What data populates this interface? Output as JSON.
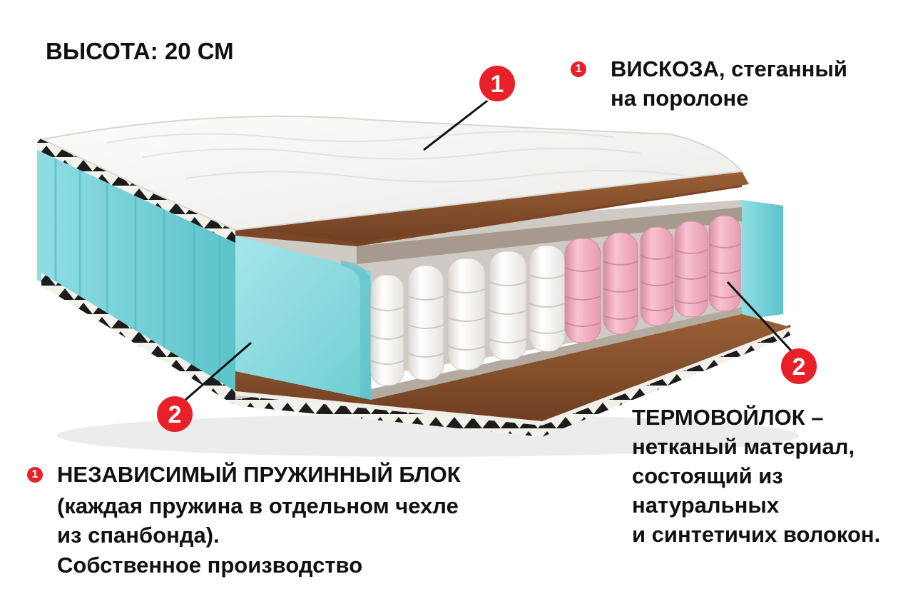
{
  "height_label": "ВЫСОТА: 20 СМ",
  "callouts": {
    "marker_1": "1",
    "marker_2_left": "2",
    "marker_2_right": "2"
  },
  "top_right": {
    "badge": "1",
    "line1": "ВИСКОЗА, стеганный",
    "line2": "на поролоне"
  },
  "bottom_left": {
    "badge": "1",
    "line1": "НЕЗАВИСИМЫЙ ПРУЖИННЫЙ БЛОК",
    "line2": "(каждая пружина в отдельном чехле",
    "line3": "из спанбонда).",
    "line4": "Собственное производство"
  },
  "bottom_right": {
    "line1": "ТЕРМОВОЙЛОК –",
    "line2": "нетканый материал,",
    "line3": "состоящий из",
    "line4": "натуральных",
    "line5": "и синтетичих волокон."
  },
  "colors": {
    "accent_red": "#e8202a",
    "foam_turquoise": "#7fd4da",
    "coconut_brown": "#8a5330",
    "spring_white": "#f4f2ee",
    "spring_pink": "#f2a5b8"
  }
}
